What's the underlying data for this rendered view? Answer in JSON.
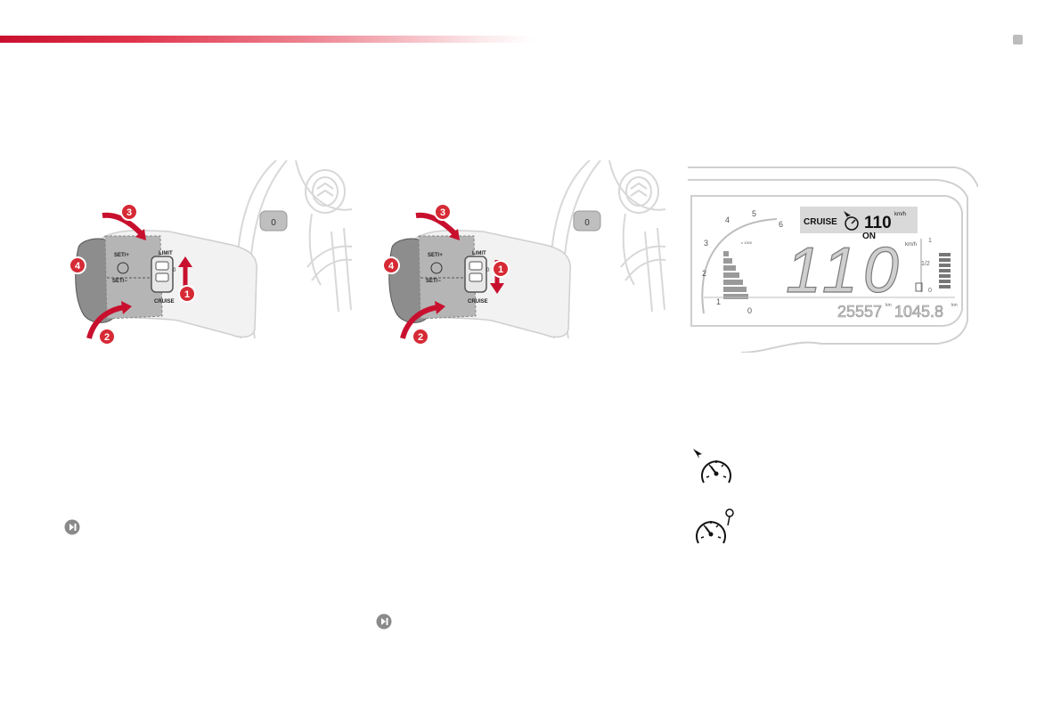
{
  "colors": {
    "accent": "#c8102e",
    "badge": "#d62a35",
    "line_gray": "#d8d8d8",
    "icon_gray": "#8a8a8a"
  },
  "fig_left": {
    "step_labels": [
      "1",
      "2",
      "3",
      "4"
    ],
    "stalk_labels": {
      "set_plus": "SET/+",
      "set_minus": "SET/−",
      "limit": "LIMIT",
      "cruise": "CRUISE",
      "zero": "0",
      "o": "0"
    },
    "switch_label": "0"
  },
  "fig_middle": {
    "step_labels": [
      "1",
      "2",
      "3",
      "4"
    ],
    "stalk_labels": {
      "set_plus": "SET/+",
      "set_minus": "SET/−",
      "limit": "LIMIT",
      "cruise": "CRUISE",
      "zero": "0",
      "o": "0"
    },
    "switch_label": "0"
  },
  "instrument_panel": {
    "mode": "CRUISE",
    "set_speed": "110",
    "set_speed_unit": "km/h",
    "state": "ON",
    "speed": "110",
    "speed_unit": "km/h",
    "tach_ticks": [
      "0",
      "1",
      "2",
      "3",
      "4",
      "5",
      "6"
    ],
    "tach_multiplier": "x 1000",
    "fuel_labels": [
      "1",
      "1/2",
      "0"
    ],
    "odometer": "25557",
    "odometer_unit": "km",
    "trip": "1045.8",
    "trip_unit": "km"
  },
  "icons": [
    "next-page-icon",
    "cruise-selected-icon",
    "cruise-paused-icon"
  ]
}
